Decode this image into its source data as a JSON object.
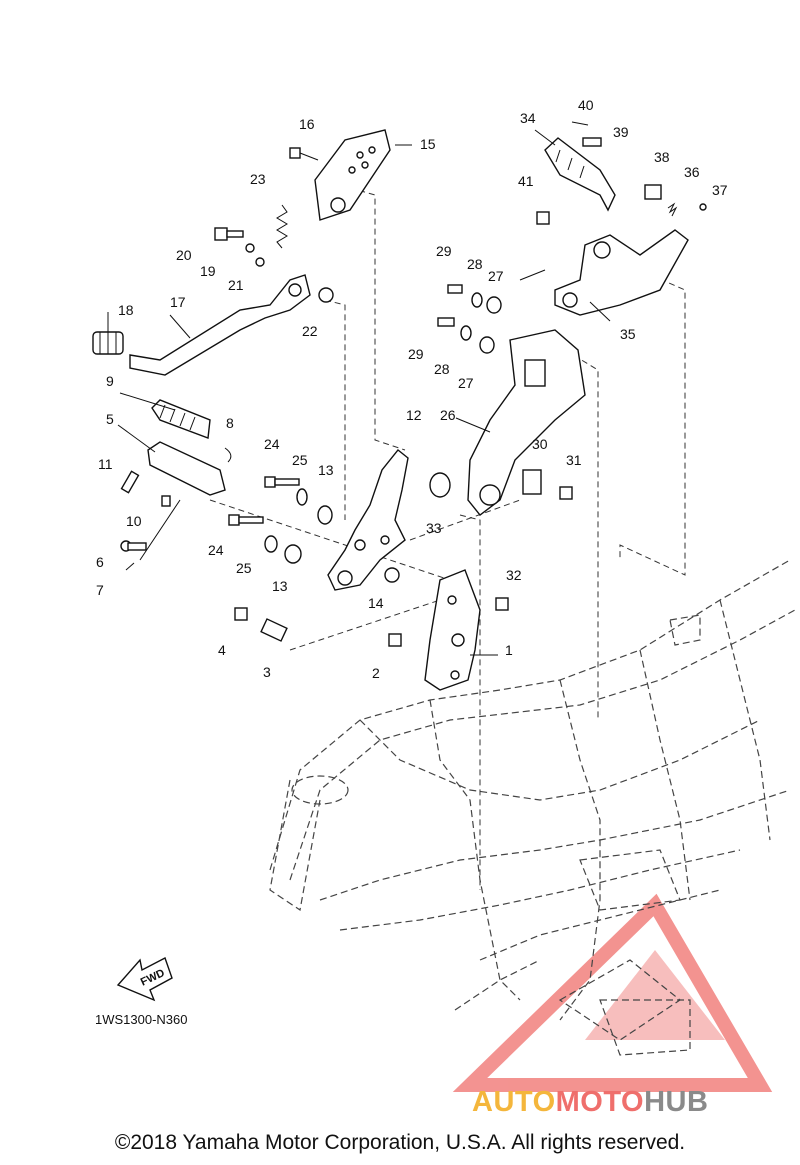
{
  "diagram": {
    "code": "1WS1300-N360",
    "copyright": "©2018 Yamaha Motor Corporation, U.S.A. All rights reserved.",
    "fwd_label": "FWD",
    "watermark": {
      "part1": "AUTO",
      "part2": "MOTO",
      "part3": "HUB"
    },
    "callouts": {
      "c1": "1",
      "c2": "2",
      "c3": "3",
      "c4": "4",
      "c5": "5",
      "c6": "6",
      "c7": "7",
      "c8": "8",
      "c9": "9",
      "c10": "10",
      "c11": "11",
      "c12": "12",
      "c13a": "13",
      "c13b": "13",
      "c14": "14",
      "c15": "15",
      "c16": "16",
      "c17": "17",
      "c18": "18",
      "c19": "19",
      "c20": "20",
      "c21": "21",
      "c22": "22",
      "c23": "23",
      "c24a": "24",
      "c24b": "24",
      "c25a": "25",
      "c25b": "25",
      "c26": "26",
      "c27a": "27",
      "c27b": "27",
      "c28a": "28",
      "c28b": "28",
      "c29a": "29",
      "c29b": "29",
      "c30": "30",
      "c31": "31",
      "c32": "32",
      "c33": "33",
      "c34": "34",
      "c35": "35",
      "c36": "36",
      "c37": "37",
      "c38": "38",
      "c39": "39",
      "c40": "40",
      "c41": "41"
    }
  },
  "colors": {
    "watermark_yellow": "#f4b63c",
    "watermark_red": "#ef6f6c",
    "watermark_gray": "#8a8a8a"
  }
}
